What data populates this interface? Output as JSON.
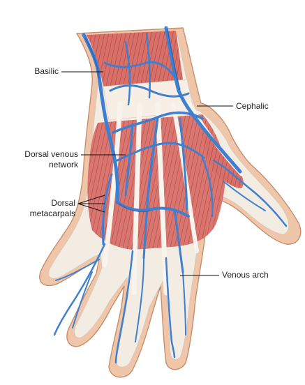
{
  "labels": {
    "basilic": "Basilic",
    "cephalic": "Cephalic",
    "dorsal_venous_network_line1": "Dorsal venous",
    "dorsal_venous_network_line2": "network",
    "dorsal_metacarpals_line1": "Dorsal",
    "dorsal_metacarpals_line2": "metacarpals",
    "venous_arch": "Venous arch"
  },
  "colors": {
    "skin_fill": "#efc6aa",
    "skin_outline": "#c58e6c",
    "fascia": "#f3ece3",
    "muscle": "#d8706a",
    "muscle_stripe": "#b84a47",
    "vein": "#3f7fd0",
    "vein_dark": "#1f55a3",
    "leader_line": "#111111"
  }
}
